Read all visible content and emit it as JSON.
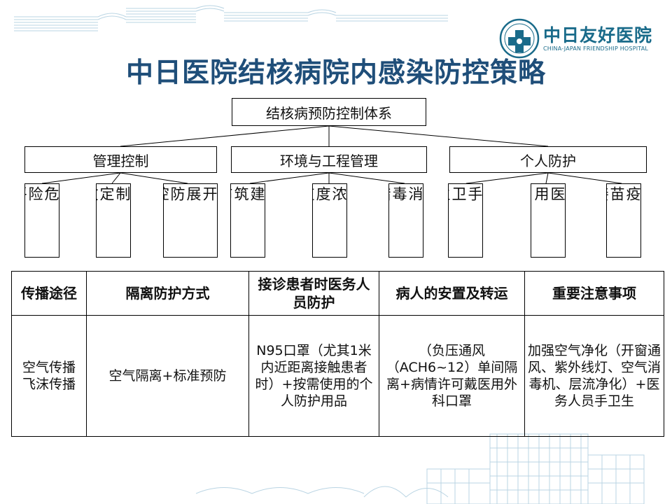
{
  "title": "中日医院结核病院内感染防控策略",
  "logo": {
    "icon": "hospital-logo-icon",
    "name": "中日友好医院",
    "english": "CHINA-JAPAN FRIENDSHIP HOSPITAL"
  },
  "tree": {
    "root": "结核病预防控制体系",
    "branches": [
      {
        "label": "管理控制",
        "leaves": [
          "危\n险\n评\n估",
          "制\n定\n政\n策",
          "开\n展\n防\n控\n培\n训"
        ]
      },
      {
        "label": "环境与工程管理",
        "leaves": [
          "建\n筑\n布\n局",
          "浓\n度\n监\n测",
          "消\n毒\n措\n施"
        ]
      },
      {
        "label": "个人防护",
        "leaves": [
          "手\n卫\n生",
          "医\n用\n口\n罩",
          "疫\n苗\n接\n种"
        ]
      }
    ]
  },
  "table": {
    "headers": [
      "传播途径",
      "隔离防护方式",
      "接诊患者时医务人员防护",
      "病人的安置及转运",
      "重要注意事项"
    ],
    "row": [
      "空气传播\n飞沫传播",
      "空气隔离+标准预防",
      "N95口罩（尤其1米内近距离接触患者时）+按需使用的个人防护用品",
      "（负压通风（ACH6~12）单间隔离+病情许可戴医用外科口罩",
      "加强空气净化（开窗通风、紫外线灯、空气消毒机、层流净化）+医务人员手卫生"
    ]
  },
  "colors": {
    "title": "#1f4e79",
    "logo": "#1a6b8a",
    "decoration": "#b9d4e3"
  }
}
